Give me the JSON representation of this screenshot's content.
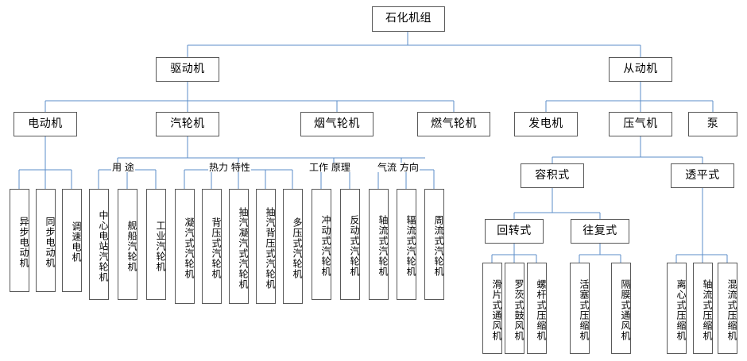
{
  "diagram": {
    "title": "石化机组",
    "root": {
      "label": "石化机组"
    },
    "level2": [
      {
        "label": "驱动机"
      },
      {
        "label": "从动机"
      }
    ],
    "level3_left": [
      {
        "label": "电动机"
      },
      {
        "label": "汽轮机"
      },
      {
        "label": "烟气轮机"
      },
      {
        "label": "燃气轮机"
      }
    ],
    "level3_right": [
      {
        "label": "发电机"
      },
      {
        "label": "压气机"
      },
      {
        "label": "泵"
      }
    ],
    "compressor_types": [
      {
        "label": "容积式"
      },
      {
        "label": "透平式"
      }
    ],
    "volumetric_types": [
      {
        "label": "回转式"
      },
      {
        "label": "往复式"
      }
    ],
    "edge_labels": [
      {
        "label": "用 途"
      },
      {
        "label": "热力 特性"
      },
      {
        "label": "工作 原理"
      },
      {
        "label": "气流 方向"
      }
    ],
    "motor_leaves": [
      {
        "label": "异步电动机"
      },
      {
        "label": "同步电动机"
      },
      {
        "label": "调速电机"
      }
    ],
    "turbine_use_leaves": [
      {
        "label": "中心电站汽轮机"
      },
      {
        "label": "舰船汽轮机"
      },
      {
        "label": "工业汽轮机"
      }
    ],
    "turbine_thermal_leaves": [
      {
        "label": "凝汽式汽轮机"
      },
      {
        "label": "背压式汽轮机"
      },
      {
        "label": "抽汽凝汽式汽轮机"
      },
      {
        "label": "抽汽背压式汽轮机"
      },
      {
        "label": "多压式汽轮机"
      }
    ],
    "turbine_principle_leaves": [
      {
        "label": "冲动式汽轮机"
      },
      {
        "label": "反动式汽轮机"
      }
    ],
    "turbine_flow_leaves": [
      {
        "label": "轴流式汽轮机"
      },
      {
        "label": "辐流式汽轮机"
      },
      {
        "label": "周流式汽轮机"
      }
    ],
    "rotary_leaves": [
      {
        "label": "滑片式通风机"
      },
      {
        "label": "罗茨式鼓风机"
      },
      {
        "label": "螺杆式压缩机"
      }
    ],
    "reciprocating_leaves": [
      {
        "label": "活塞式压缩机"
      },
      {
        "label": "隔膜式通风机"
      }
    ],
    "turbo_leaves": [
      {
        "label": "离心式压缩机"
      },
      {
        "label": "轴流式压缩机"
      },
      {
        "label": "混流式压缩机"
      }
    ],
    "colors": {
      "box_border": "#595959",
      "connector": "#5B8DC8",
      "text": "#000000",
      "background": "#FFFFFF"
    }
  }
}
